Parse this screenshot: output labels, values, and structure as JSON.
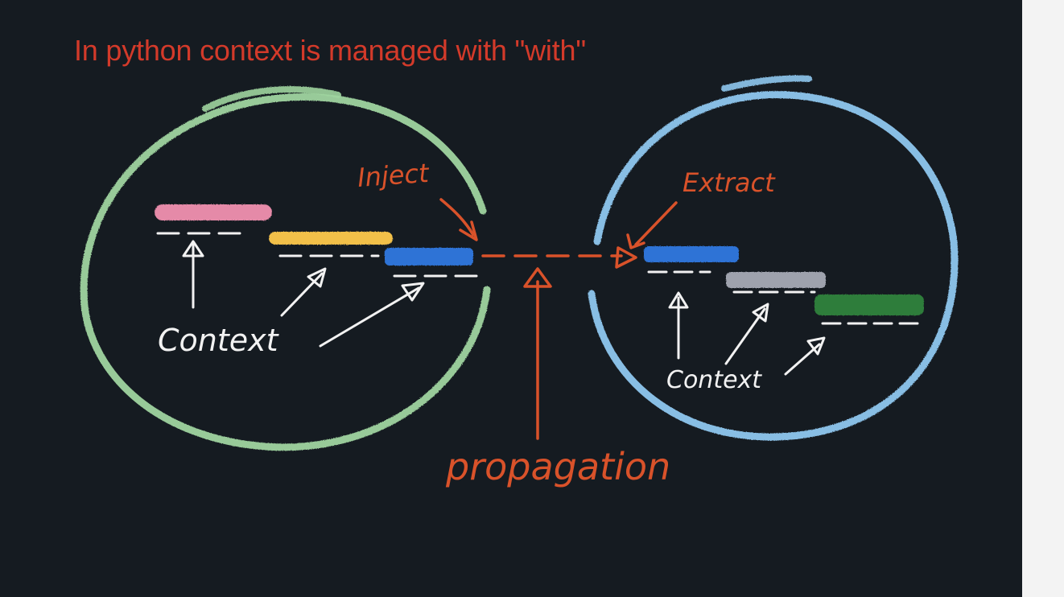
{
  "caption": "In python context is managed with \"with\"",
  "labels": {
    "inject": "Inject",
    "extract": "Extract",
    "propagation": "propagation",
    "context_left": "Context",
    "context_right": "Context"
  },
  "colors": {
    "background": "#151b21",
    "caption": "#d33a2a",
    "left_circle": "#9fd49f",
    "right_circle": "#8ec6ee",
    "chalk_orange": "#d9522a",
    "chalk_white": "#f2f2f2",
    "bar_pink": "#e58aa8",
    "bar_yellow": "#f2c04a",
    "bar_blue": "#2f73d6",
    "bar_gray": "#9ea2ad",
    "bar_green": "#2e7d3a"
  }
}
